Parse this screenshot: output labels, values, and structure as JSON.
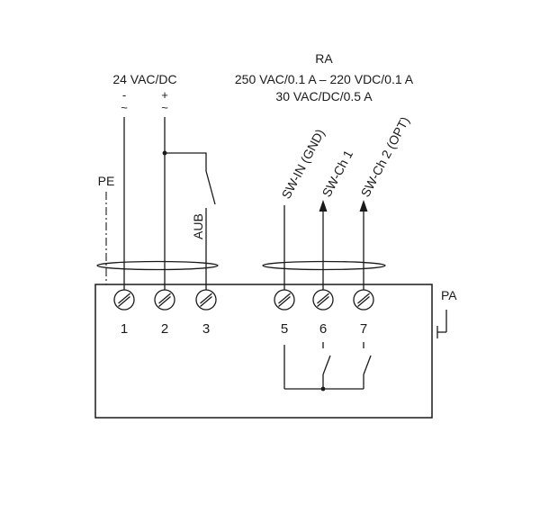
{
  "supply": {
    "voltage_label": "24 VAC/DC",
    "minus_symbol": "-",
    "plus_symbol": "+",
    "ac_symbol": "~"
  },
  "relay": {
    "title": "RA",
    "rating_line1": "250 VAC/0.1 A – 220 VDC/0.1 A",
    "rating_line2": "30 VAC/DC/0.5 A"
  },
  "labels": {
    "pe": "PE",
    "aub": "AUB",
    "sw_in": "SW-IN (GND)",
    "sw_ch1": "SW-Ch 1",
    "sw_ch2": "SW-Ch 2 (OPT)",
    "pa": "PA"
  },
  "terminals": [
    {
      "number": "1"
    },
    {
      "number": "2"
    },
    {
      "number": "3"
    },
    {
      "number": "5"
    },
    {
      "number": "6"
    },
    {
      "number": "7"
    }
  ]
}
